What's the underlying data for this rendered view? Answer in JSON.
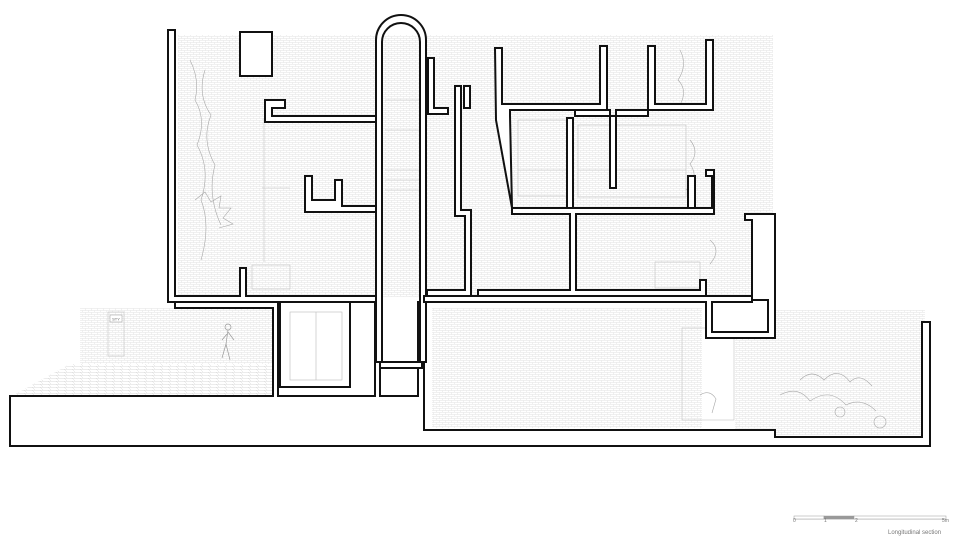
{
  "drawing": {
    "title": "Longitudinal section",
    "sign_text": "STY",
    "scale_bar": {
      "labels": [
        "0",
        "1",
        "2",
        "5m"
      ],
      "values": [
        0,
        1,
        2,
        5
      ]
    }
  },
  "colors": {
    "wall": "#111111",
    "hatch": "#d9d9d9",
    "line": "#bdbdbd",
    "label": "#777777"
  },
  "icons": [
    "person-figure-icon",
    "plant-foliage-icon",
    "door-sign-icon"
  ]
}
